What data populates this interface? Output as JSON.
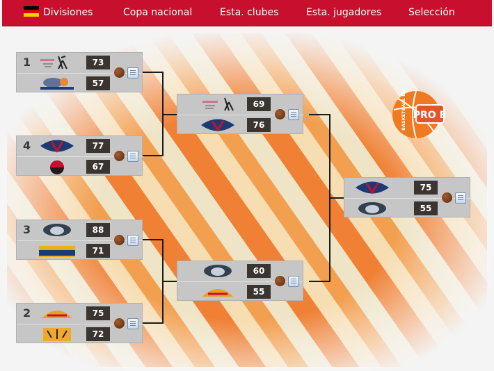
{
  "nav": {
    "items": [
      {
        "label": "Divisiones"
      },
      {
        "label": "Copa nacional"
      },
      {
        "label": "Esta. clubes"
      },
      {
        "label": "Esta. jugadores"
      },
      {
        "label": "Selección"
      }
    ]
  },
  "flag": {
    "colors": [
      "#000000",
      "#dd0000",
      "#ffce00"
    ]
  },
  "league_logo": {
    "top_text": "BASKETBALL BUNDESLIGA",
    "badge_text": "PRO B"
  },
  "bracket": {
    "quarterfinals": [
      {
        "seed_top": "1",
        "seed_bottom": "",
        "score_top": "73",
        "score_bottom": "57"
      },
      {
        "seed_top": "4",
        "seed_bottom": "",
        "score_top": "77",
        "score_bottom": "67"
      },
      {
        "seed_top": "3",
        "seed_bottom": "",
        "score_top": "88",
        "score_bottom": "71"
      },
      {
        "seed_top": "2",
        "seed_bottom": "",
        "score_top": "75",
        "score_bottom": "72"
      }
    ],
    "semifinals": [
      {
        "score_top": "69",
        "score_bottom": "76"
      },
      {
        "score_top": "60",
        "score_bottom": "55"
      }
    ],
    "final": {
      "score_top": "75",
      "score_bottom": "55"
    }
  },
  "team_logos": {
    "q1_top": "dragons-rhoendorf-logo",
    "q1_bottom": "paderborn-baskets-logo",
    "q4_top": "blue-crest-logo",
    "q4_bottom": "red-ball-logo",
    "q3_top": "bulldog-logo",
    "q3_bottom": "skyliners-logo",
    "q2_top": "tigers-logo",
    "q2_bottom": "tiger-head-logo"
  },
  "colors": {
    "nav_bg": "#c8102e",
    "score_bg": "#3a3530",
    "box_bg": "#c6c6c6",
    "line": "#1a1a1a"
  }
}
